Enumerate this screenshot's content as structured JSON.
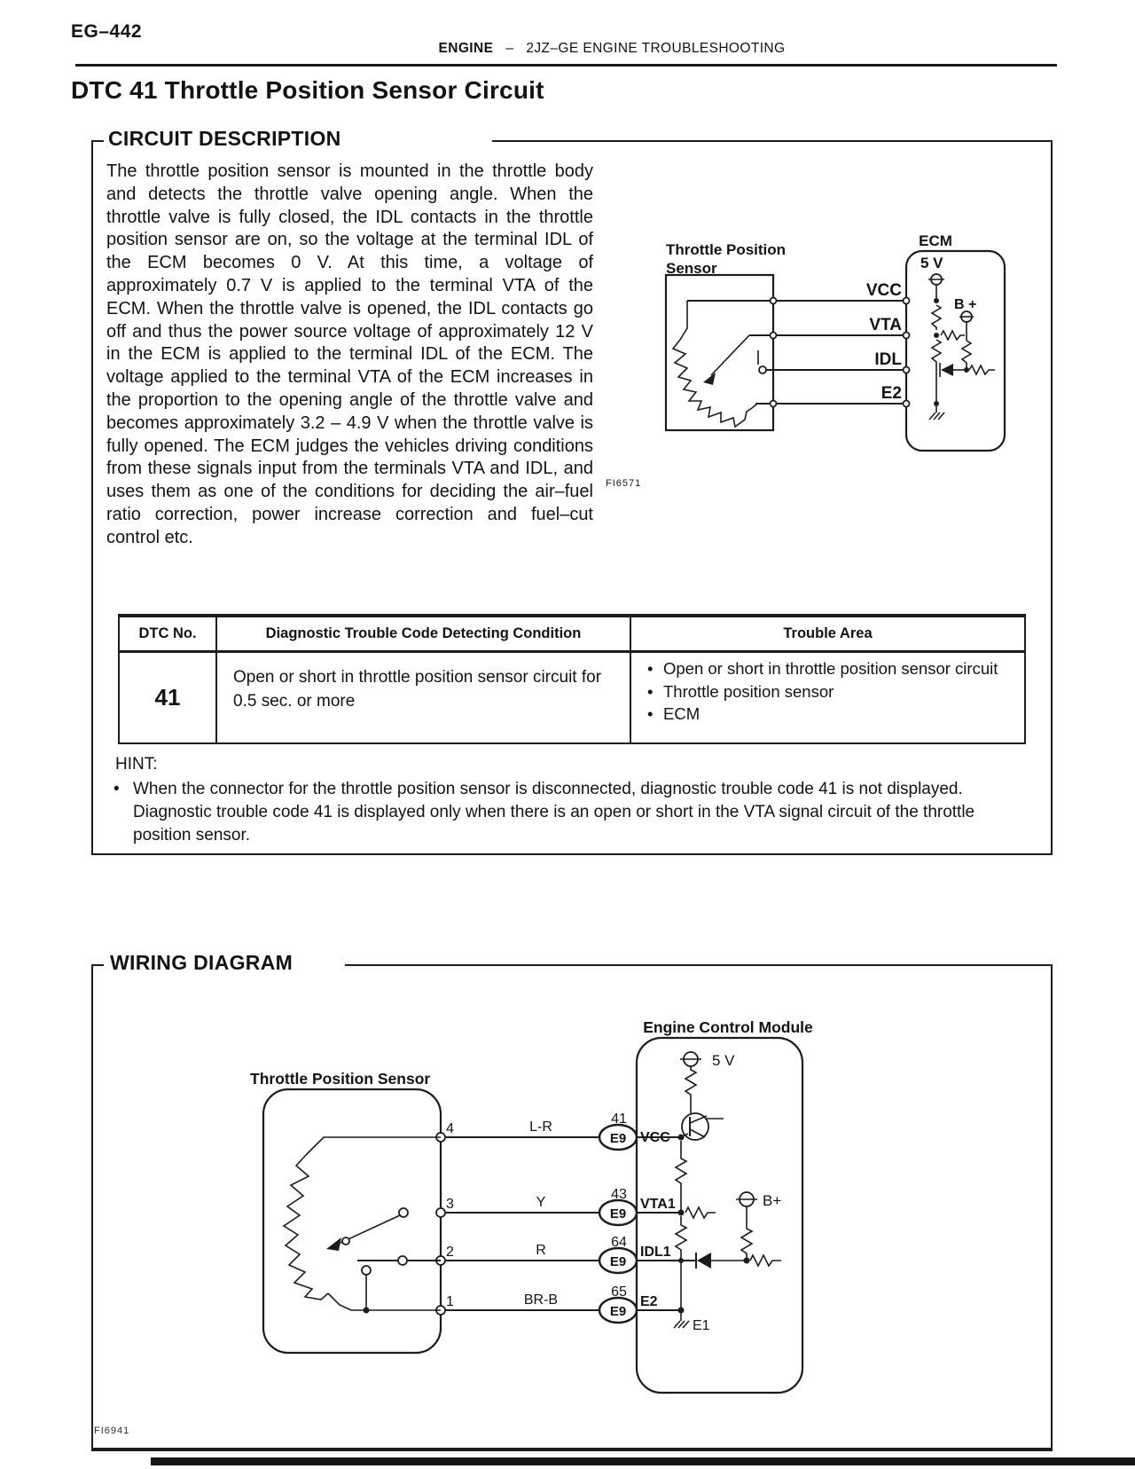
{
  "header": {
    "page_code": "EG–442",
    "section": "ENGINE",
    "separator": "–",
    "manual": "2JZ–GE ENGINE TROUBLESHOOTING"
  },
  "page_title": "DTC 41 Throttle Position Sensor Circuit",
  "circuit_description": {
    "heading": "CIRCUIT DESCRIPTION",
    "body": "The throttle position sensor is mounted in the throttle body and detects the throttle valve opening angle. When the throttle valve is fully closed, the IDL contacts in the throttle position sensor are on, so the voltage at the terminal IDL of the ECM becomes 0 V. At this time, a voltage of approximately 0.7 V is applied to the terminal VTA of the ECM. When the throttle valve is opened, the IDL contacts go off and thus the power source voltage of approximately 12 V in the ECM is applied to the terminal IDL of the ECM. The voltage applied to the terminal VTA of the ECM increases in the proportion to the opening angle of the throttle valve and becomes approximately 3.2 – 4.9 V when the throttle valve is fully opened. The ECM judges the vehicles driving conditions from these signals input from the terminals VTA and IDL, and uses them as one of the conditions for deciding the air–fuel ratio correction, power increase correction and fuel–cut control etc."
  },
  "figure1": {
    "sensor_label_1": "Throttle Position",
    "sensor_label_2": "Sensor",
    "ecm_label": "ECM",
    "supply": "5 V",
    "battery": "B +",
    "terminals": {
      "vcc": "VCC",
      "vta": "VTA",
      "idl": "IDL",
      "e2": "E2"
    },
    "code": "FI6571"
  },
  "dtc_table": {
    "bullet": "•",
    "headers": [
      "DTC No.",
      "Diagnostic Trouble Code Detecting Condition",
      "Trouble  Area"
    ],
    "row": {
      "dtc_no": "41",
      "condition": "Open or short in throttle position sensor circuit for 0.5 sec. or more",
      "trouble_areas": [
        "Open or short in throttle position sensor circuit",
        "Throttle  position sensor",
        "ECM"
      ]
    }
  },
  "hint": {
    "label": "HINT:",
    "bullet": "•",
    "text": "When the connector for the throttle position sensor is disconnected, diagnostic trouble code 41 is not displayed. Diagnostic trouble code 41 is displayed only when there is an open or short in the VTA signal circuit of the throttle position sensor."
  },
  "wiring": {
    "heading": "WIRING DIAGRAM",
    "sensor_label": "Throttle Position Sensor",
    "ecm_label": "Engine Control Module",
    "supply": "5 V",
    "battery": "B+",
    "ground_label": "E1",
    "code": "FI6941",
    "rows": [
      {
        "pin": "4",
        "wire_color": "L-R",
        "terminal_no": "41",
        "connector": "E9",
        "terminal": "VCC"
      },
      {
        "pin": "3",
        "wire_color": "Y",
        "terminal_no": "43",
        "connector": "E9",
        "terminal": "VTA1"
      },
      {
        "pin": "2",
        "wire_color": "R",
        "terminal_no": "64",
        "connector": "E9",
        "terminal": "IDL1"
      },
      {
        "pin": "1",
        "wire_color": "BR-B",
        "terminal_no": "65",
        "connector": "E9",
        "terminal": "E2"
      }
    ]
  }
}
